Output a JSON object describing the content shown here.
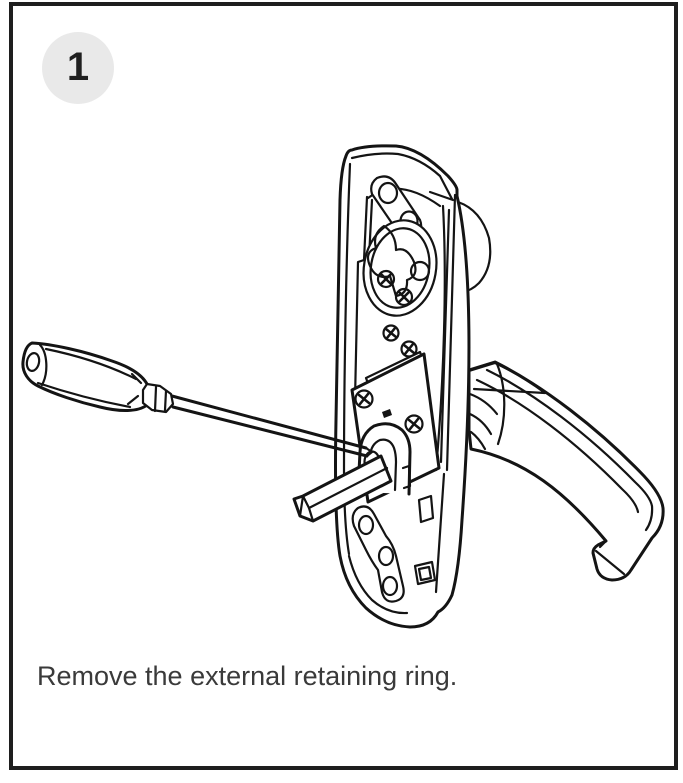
{
  "step": {
    "number": "1",
    "caption": "Remove the external retaining ring."
  },
  "figure": {
    "alt": "Line drawing: flat-blade screwdriver removing the external retaining ring inside a lever-handle lock chassis, square spindle and door lever shown"
  },
  "colors": {
    "frame-border": "#1e1e1e",
    "badge-bg": "#e9e9e9",
    "badge-text": "#1f1f1f",
    "caption-text": "#3a3a3a",
    "line-art": "#141414",
    "paper": "#ffffff"
  }
}
